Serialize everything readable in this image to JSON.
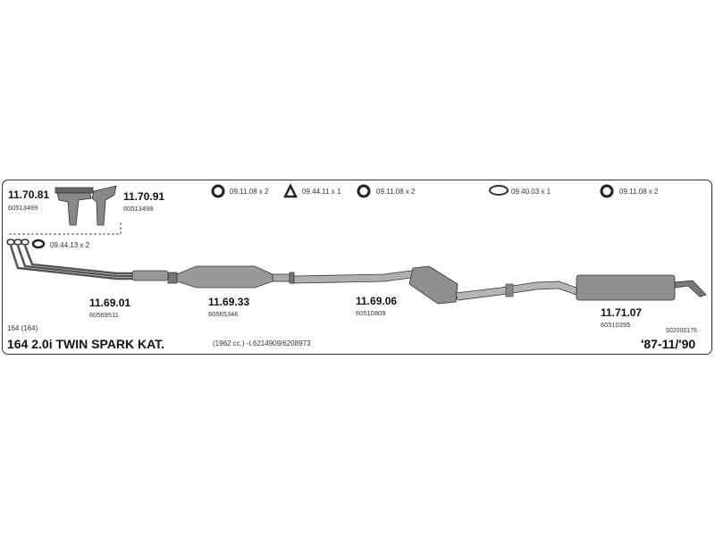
{
  "parts": [
    {
      "number": "11.70.81",
      "oem": "60513499"
    },
    {
      "number": "11.70.91",
      "oem": "60513498"
    },
    {
      "number": "11.69.01",
      "oem": "60569511"
    },
    {
      "number": "11.69.33",
      "oem": "60565346"
    },
    {
      "number": "11.69.06",
      "oem": "60510809"
    },
    {
      "number": "11.71.07",
      "oem": "60510295"
    }
  ],
  "hardware": [
    {
      "label": "09.11.08 x 2",
      "icon": "gasket-ring-icon"
    },
    {
      "label": "09.44.11 x 1",
      "icon": "triangle-flange-icon"
    },
    {
      "label": "09.11.08 x 2",
      "icon": "gasket-ring-icon"
    },
    {
      "label": "09.40.03 x 1",
      "icon": "rubber-mount-icon"
    },
    {
      "label": "09.11.08 x 2",
      "icon": "gasket-ring-icon"
    },
    {
      "label": "09.44.13 x 2",
      "icon": "oval-flange-icon"
    }
  ],
  "footer": {
    "model_code": "164 (164)",
    "title": "164  2.0i TWIN SPARK KAT.",
    "spec": "(1962 cc.)   -t.6214909/6208973",
    "catalog_code": "502000176",
    "years": "'87-11/'90"
  }
}
